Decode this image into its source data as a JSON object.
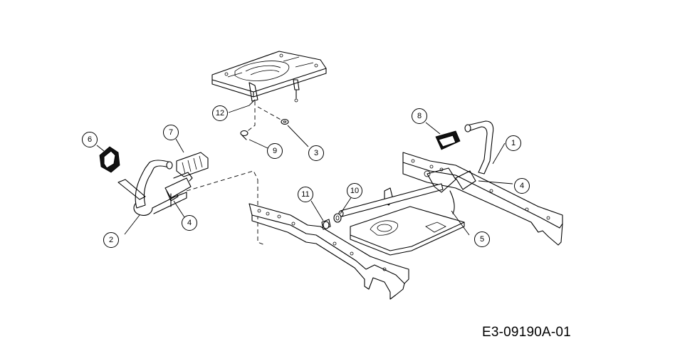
{
  "doc_id": "E3-09190A-01",
  "callouts": [
    {
      "label": "1"
    },
    {
      "label": "2"
    },
    {
      "label": "3"
    },
    {
      "label": "4"
    },
    {
      "label": "4"
    },
    {
      "label": "5"
    },
    {
      "label": "6"
    },
    {
      "label": "7"
    },
    {
      "label": "8"
    },
    {
      "label": "9"
    },
    {
      "label": "10"
    },
    {
      "label": "11"
    },
    {
      "label": "12"
    }
  ]
}
